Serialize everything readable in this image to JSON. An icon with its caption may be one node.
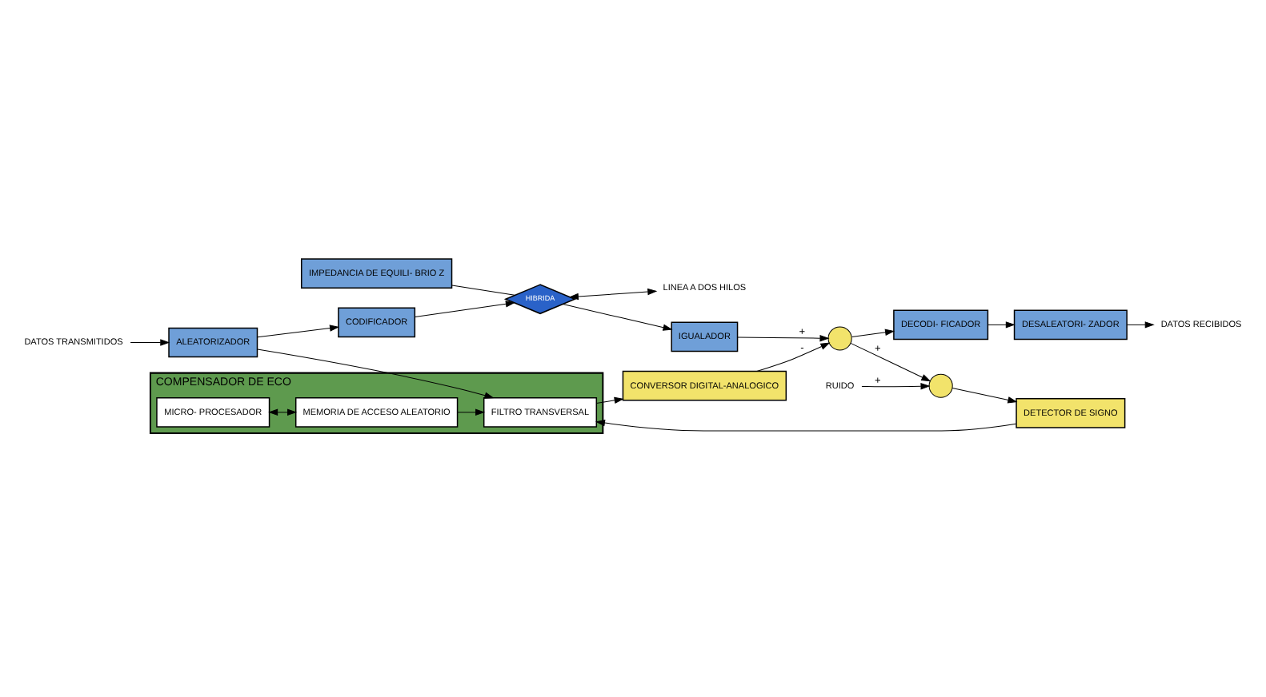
{
  "diagram": {
    "nodes": [
      {
        "text": [
          "DATOS TRANSMITIDOS"
        ]
      },
      {
        "text": [
          "ALEATORIZADOR"
        ]
      },
      {
        "text": [
          "CODIFICADOR"
        ]
      },
      {
        "text": [
          "COMPENSADOR DE ECO"
        ]
      },
      {
        "text": [
          "MICRO- PROCESADOR"
        ],
        "in": 3
      },
      {
        "text": [
          "MEMORIA DE ACCESO ALEATORIO"
        ],
        "in": 3
      },
      {
        "text": [
          "FILTRO TRANSVERSAL"
        ],
        "in": 3
      },
      {
        "text": [
          "IMPEDANCIA DE EQUILI- BRIO Z"
        ]
      },
      {
        "text": [
          "HIBRIDA"
        ]
      },
      {
        "text": [
          "LINEA A DOS HILOS"
        ]
      },
      {
        "text": [
          "DETECTOR DE SIGNO"
        ]
      },
      {
        "text": [
          "CONVERSOR DIGITAL-ANALOGICO"
        ]
      },
      {
        "text": [
          "RUIDO"
        ]
      },
      {
        "text": [],
        "shape": "circle"
      },
      {
        "text": [],
        "shape": "circle"
      },
      {
        "text": [
          "IGUALADOR"
        ]
      },
      {
        "text": [
          "DECODI- FICADOR"
        ]
      },
      {
        "text": [
          "DESALEATORI- ZADOR"
        ]
      },
      {
        "text": [
          "DATOS RECIBIDOS"
        ]
      }
    ],
    "edges": [
      {
        "from": 0,
        "to": 1,
        "arrow": "to"
      },
      {
        "from": 1,
        "to": 2,
        "arrow": "to"
      },
      {
        "from": 1,
        "to": 6,
        "arrow": "to"
      },
      {
        "from": 2,
        "to": 8,
        "arrow": "to"
      },
      {
        "from": 4,
        "to": 5,
        "arrow": "both"
      },
      {
        "from": 5,
        "to": 6,
        "arrow": "to"
      },
      {
        "from": 10,
        "to": 6,
        "arrow": "to"
      },
      {
        "from": 6,
        "to": 11,
        "arrow": "to"
      },
      {
        "from": 7,
        "to": 8,
        "arrow": "none"
      },
      {
        "from": 8,
        "to": 9,
        "arrow": "both"
      },
      {
        "from": 8,
        "to": 15,
        "arrow": "to"
      },
      {
        "from": 11,
        "to": 14,
        "arrow": "to",
        "label": "-"
      },
      {
        "from": 15,
        "to": 14,
        "arrow": "to",
        "label": "+"
      },
      {
        "from": 14,
        "to": 16,
        "arrow": "to"
      },
      {
        "from": 14,
        "to": 13,
        "arrow": "to",
        "label": "+"
      },
      {
        "from": 12,
        "to": 13,
        "arrow": "to",
        "label": "+"
      },
      {
        "from": 13,
        "to": 10,
        "arrow": "to"
      },
      {
        "from": 16,
        "to": 17,
        "arrow": "to"
      },
      {
        "from": 17,
        "to": 18,
        "arrow": "to"
      }
    ]
  }
}
